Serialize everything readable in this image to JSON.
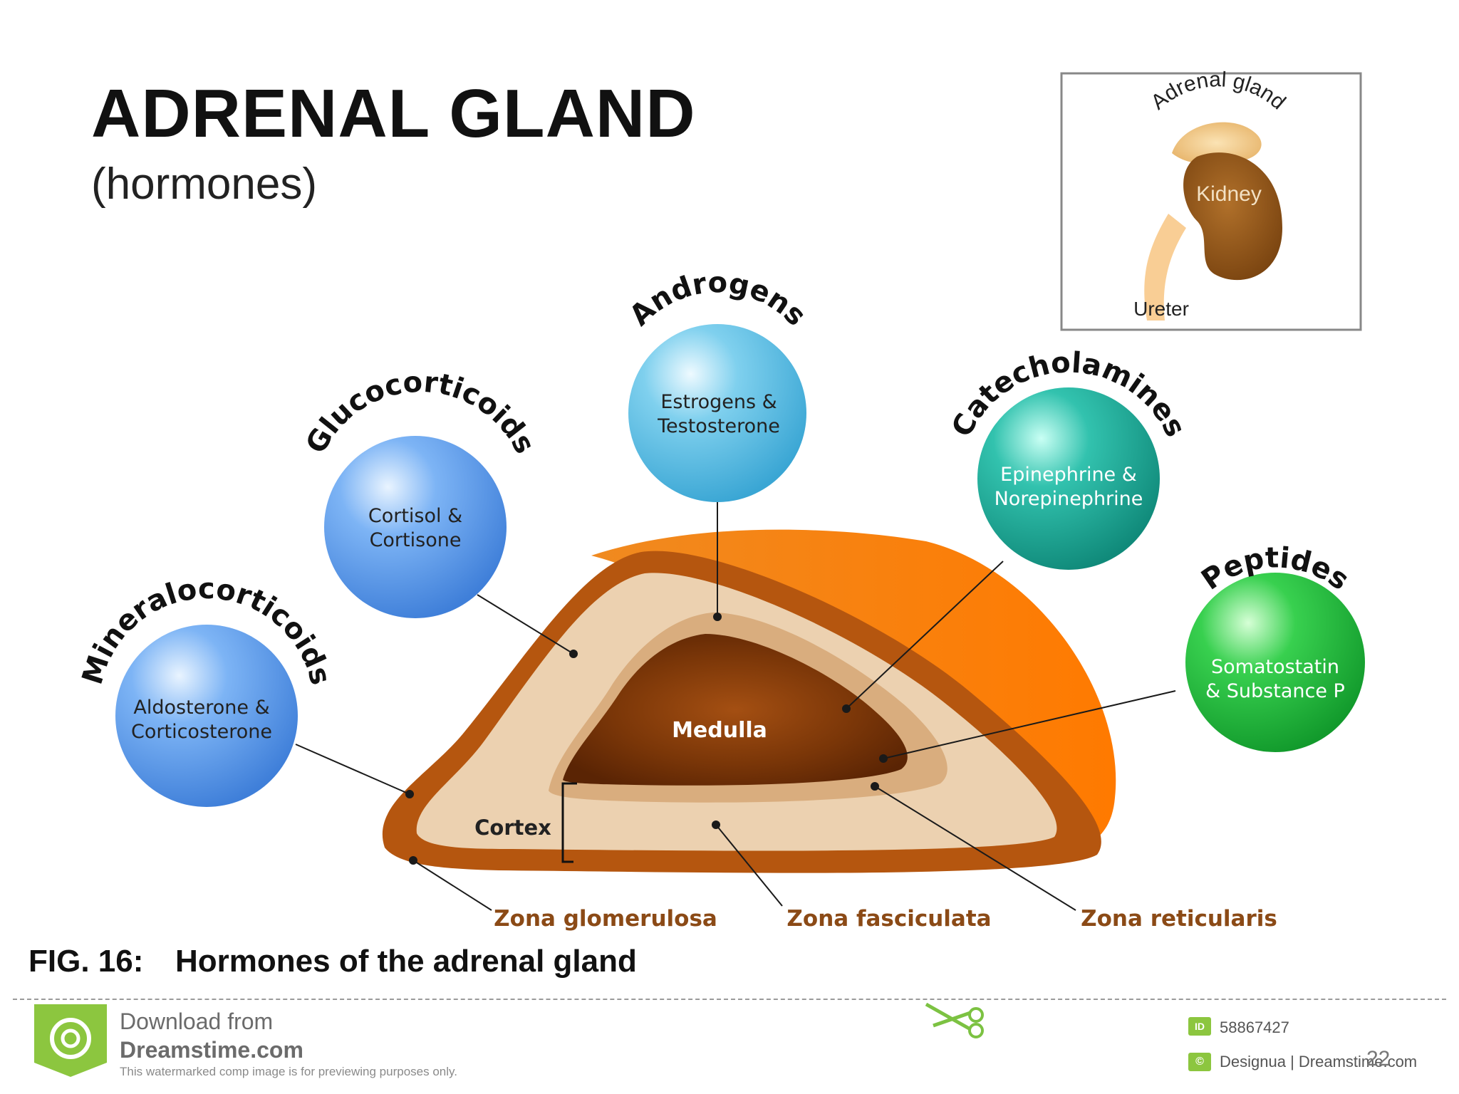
{
  "title": "ADRENAL GLAND",
  "subtitle": "(hormones)",
  "inset": {
    "gland_label": "Adrenal gland",
    "kidney_label": "Kidney",
    "ureter_label": "Ureter"
  },
  "hormone_groups": [
    {
      "name": "Mineralocorticoids",
      "line1": "Aldosterone &",
      "line2": "Corticosterone",
      "color": "#6fa8f0"
    },
    {
      "name": "Glucocorticoids",
      "line1": "Cortisol &",
      "line2": "Cortisone",
      "color": "#6fa8f0"
    },
    {
      "name": "Androgens",
      "line1": "Estrogens &",
      "line2": "Testosterone",
      "color": "#6cc6e8"
    },
    {
      "name": "Catecholamines",
      "line1": "Epinephrine &",
      "line2": "Norepinephrine",
      "color": "#2cb8a8"
    },
    {
      "name": "Peptides",
      "line1": "Somatostatin",
      "line2": "& Substance P",
      "color": "#2ec84a"
    }
  ],
  "gland": {
    "medulla_label": "Medulla",
    "cortex_label": "Cortex"
  },
  "zones": {
    "glomerulosa": "Zona glomerulosa",
    "fasciculata": "Zona fasciculata",
    "reticularis": "Zona reticularis"
  },
  "caption": {
    "number": "FIG. 16:",
    "text": "Hormones of the adrenal gland"
  },
  "footer": {
    "download_from": "Download from",
    "site": "Dreamstime.com",
    "notice": "This watermarked comp image is for previewing purposes only.",
    "id_badge": "ID",
    "image_id": "58867427",
    "credit": "Designua | Dreamstime.com",
    "page_number": "22"
  }
}
